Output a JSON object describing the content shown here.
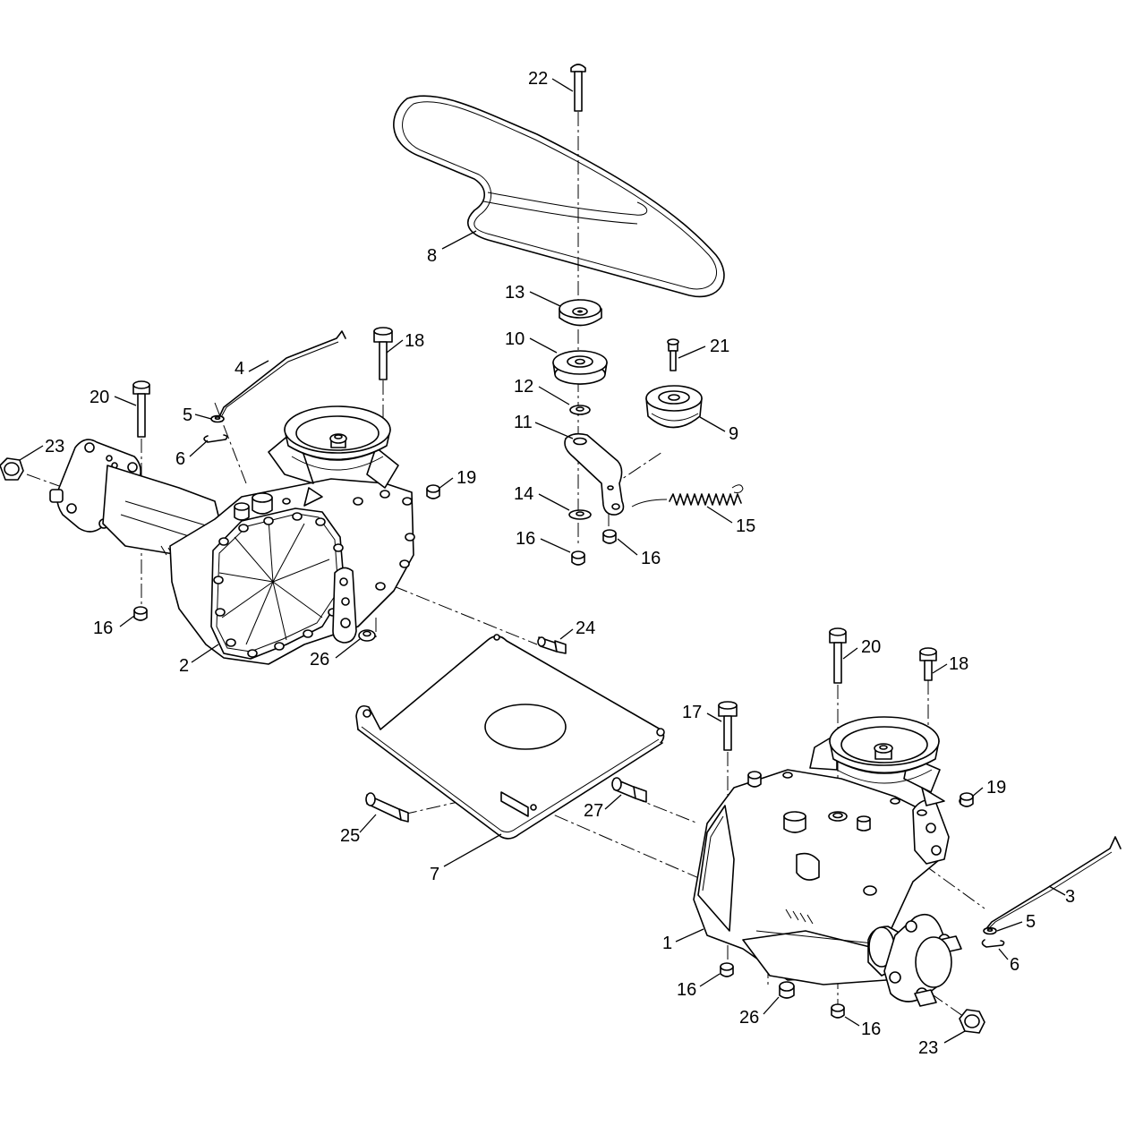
{
  "diagram": {
    "callouts": [
      {
        "id": "c22",
        "text": "22"
      },
      {
        "id": "c8",
        "text": "8"
      },
      {
        "id": "c13",
        "text": "13"
      },
      {
        "id": "c10",
        "text": "10"
      },
      {
        "id": "c21",
        "text": "21"
      },
      {
        "id": "c12",
        "text": "12"
      },
      {
        "id": "c9",
        "text": "9"
      },
      {
        "id": "c11",
        "text": "11"
      },
      {
        "id": "c14",
        "text": "14"
      },
      {
        "id": "c15",
        "text": "15"
      },
      {
        "id": "c16a",
        "text": "16"
      },
      {
        "id": "c16b",
        "text": "16"
      },
      {
        "id": "c4",
        "text": "4"
      },
      {
        "id": "c18a",
        "text": "18"
      },
      {
        "id": "c20a",
        "text": "20"
      },
      {
        "id": "c5a",
        "text": "5"
      },
      {
        "id": "c6a",
        "text": "6"
      },
      {
        "id": "c23a",
        "text": "23"
      },
      {
        "id": "c19a",
        "text": "19"
      },
      {
        "id": "c16c",
        "text": "16"
      },
      {
        "id": "c2",
        "text": "2"
      },
      {
        "id": "c26a",
        "text": "26"
      },
      {
        "id": "c24",
        "text": "24"
      },
      {
        "id": "c20b",
        "text": "20"
      },
      {
        "id": "c18b",
        "text": "18"
      },
      {
        "id": "c17",
        "text": "17"
      },
      {
        "id": "c19b",
        "text": "19"
      },
      {
        "id": "c27",
        "text": "27"
      },
      {
        "id": "c25",
        "text": "25"
      },
      {
        "id": "c7",
        "text": "7"
      },
      {
        "id": "c3",
        "text": "3"
      },
      {
        "id": "c5b",
        "text": "5"
      },
      {
        "id": "c6b",
        "text": "6"
      },
      {
        "id": "c1",
        "text": "1"
      },
      {
        "id": "c16d",
        "text": "16"
      },
      {
        "id": "c26b",
        "text": "26"
      },
      {
        "id": "c16e",
        "text": "16"
      },
      {
        "id": "c23b",
        "text": "23"
      }
    ]
  }
}
